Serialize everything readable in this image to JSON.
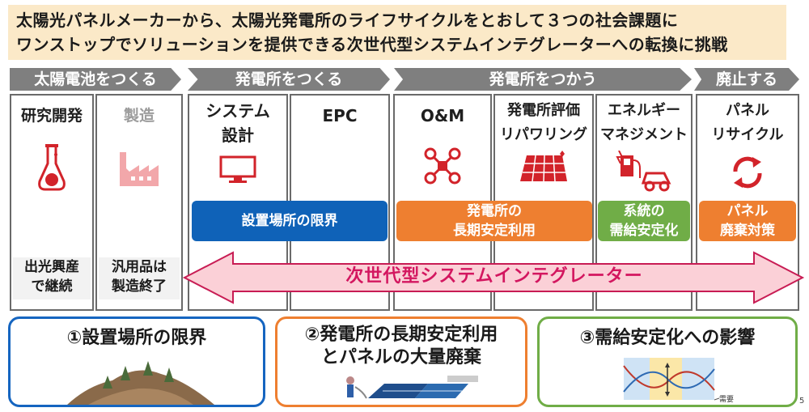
{
  "headline": {
    "line1": "太陽光パネルメーカーから、太陽光発電所のライフサイクルをとおして３つの社会課題に",
    "line2": "ワンストップでソリューションを提供できる次世代型システムインテグレーターへの転換に挑戦"
  },
  "stages": [
    "太陽電池をつくる",
    "発電所をつくる",
    "発電所をつかう",
    "廃止する"
  ],
  "columns": [
    {
      "title": "研究開発",
      "icon": "flask-icon"
    },
    {
      "title": "製造",
      "icon": "factory-icon"
    },
    {
      "title": "システム\n設計",
      "icon": "monitor-icon"
    },
    {
      "title": "EPC",
      "icon": ""
    },
    {
      "title": "O&M",
      "icon": "drone-icon"
    },
    {
      "title": "発電所評価\nリパワリング",
      "icon": "solar-panel-icon"
    },
    {
      "title": "エネルギー\nマネジメント",
      "icon": "ev-charging-icon"
    },
    {
      "title": "パネル\nリサイクル",
      "icon": "recycle-icon"
    }
  ],
  "status_notes": {
    "research": "出光興産\nで継続",
    "manufacturing": "汎用品は\n製造終了"
  },
  "pills": {
    "site_limit": "設置場所の限界",
    "long_term": "発電所の\n長期安定利用",
    "grid": "系統の\n需給安定化",
    "panel_disposal": "パネル\n廃棄対策"
  },
  "integrator_banner": "次世代型システムインテグレーター",
  "issues": [
    {
      "title": "①設置場所の限界"
    },
    {
      "title": "②発電所の長期安定利用\nとパネルの大量廃棄"
    },
    {
      "title": "③需給安定化への影響",
      "chart_label": "需要"
    }
  ],
  "page_number": "5",
  "colors": {
    "stage_gray": "#7f7f7f",
    "blue": "#0f62b8",
    "orange": "#ee7f30",
    "green": "#70ad47",
    "red_icon": "#d2232a",
    "arrow_pink": "#fbd0d7",
    "arrow_text": "#d3165f"
  }
}
